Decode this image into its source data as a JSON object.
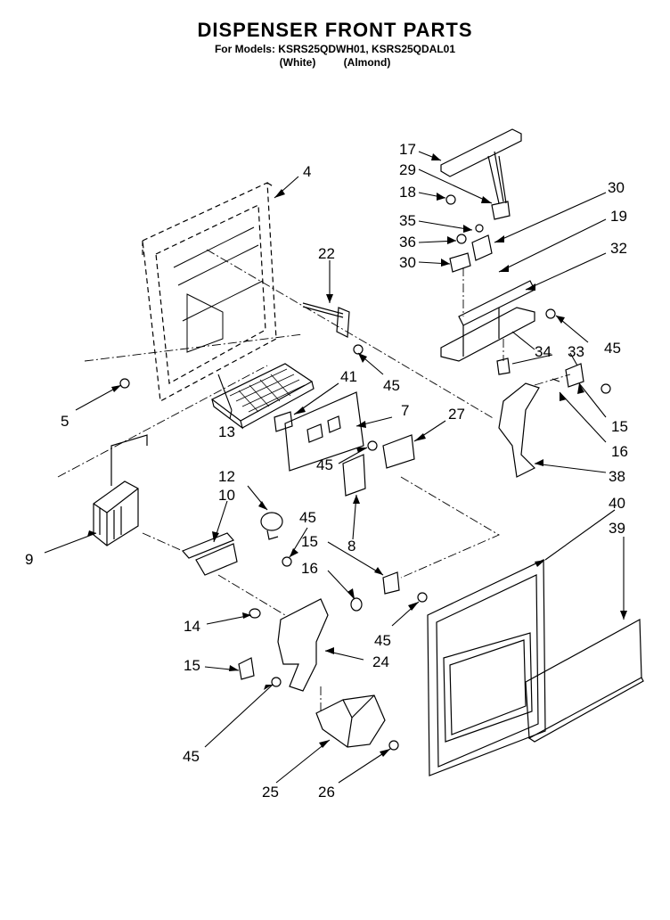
{
  "header": {
    "title": "DISPENSER FRONT PARTS",
    "models_line": "For Models: KSRS25QDWH01, KSRS25QDAL01",
    "color_white": "(White)",
    "color_almond": "(Almond)"
  },
  "callouts": [
    {
      "id": "c17a",
      "text": "17"
    },
    {
      "id": "c29",
      "text": "29"
    },
    {
      "id": "c18",
      "text": "18"
    },
    {
      "id": "c35",
      "text": "35"
    },
    {
      "id": "c36",
      "text": "36"
    },
    {
      "id": "c30a",
      "text": "30"
    },
    {
      "id": "c30b",
      "text": "30"
    },
    {
      "id": "c19",
      "text": "19"
    },
    {
      "id": "c32",
      "text": "32"
    },
    {
      "id": "c4",
      "text": "4"
    },
    {
      "id": "c22",
      "text": "22"
    },
    {
      "id": "c45a",
      "text": "45"
    },
    {
      "id": "c45b",
      "text": "45"
    },
    {
      "id": "c34",
      "text": "34"
    },
    {
      "id": "c33",
      "text": "33"
    },
    {
      "id": "c15a",
      "text": "15"
    },
    {
      "id": "c16a",
      "text": "16"
    },
    {
      "id": "c38",
      "text": "38"
    },
    {
      "id": "c5",
      "text": "5"
    },
    {
      "id": "c41",
      "text": "41"
    },
    {
      "id": "c7",
      "text": "7"
    },
    {
      "id": "c27",
      "text": "27"
    },
    {
      "id": "c13",
      "text": "13"
    },
    {
      "id": "c45c",
      "text": "45"
    },
    {
      "id": "c8",
      "text": "8"
    },
    {
      "id": "c12",
      "text": "12"
    },
    {
      "id": "c10",
      "text": "10"
    },
    {
      "id": "c9",
      "text": "9"
    },
    {
      "id": "c45d",
      "text": "45"
    },
    {
      "id": "c15b",
      "text": "15"
    },
    {
      "id": "c16b",
      "text": "16"
    },
    {
      "id": "c40",
      "text": "40"
    },
    {
      "id": "c39",
      "text": "39"
    },
    {
      "id": "c14",
      "text": "14"
    },
    {
      "id": "c45e",
      "text": "45"
    },
    {
      "id": "c24",
      "text": "24"
    },
    {
      "id": "c15c",
      "text": "15"
    },
    {
      "id": "c45f",
      "text": "45"
    },
    {
      "id": "c25",
      "text": "25"
    },
    {
      "id": "c26",
      "text": "26"
    }
  ]
}
